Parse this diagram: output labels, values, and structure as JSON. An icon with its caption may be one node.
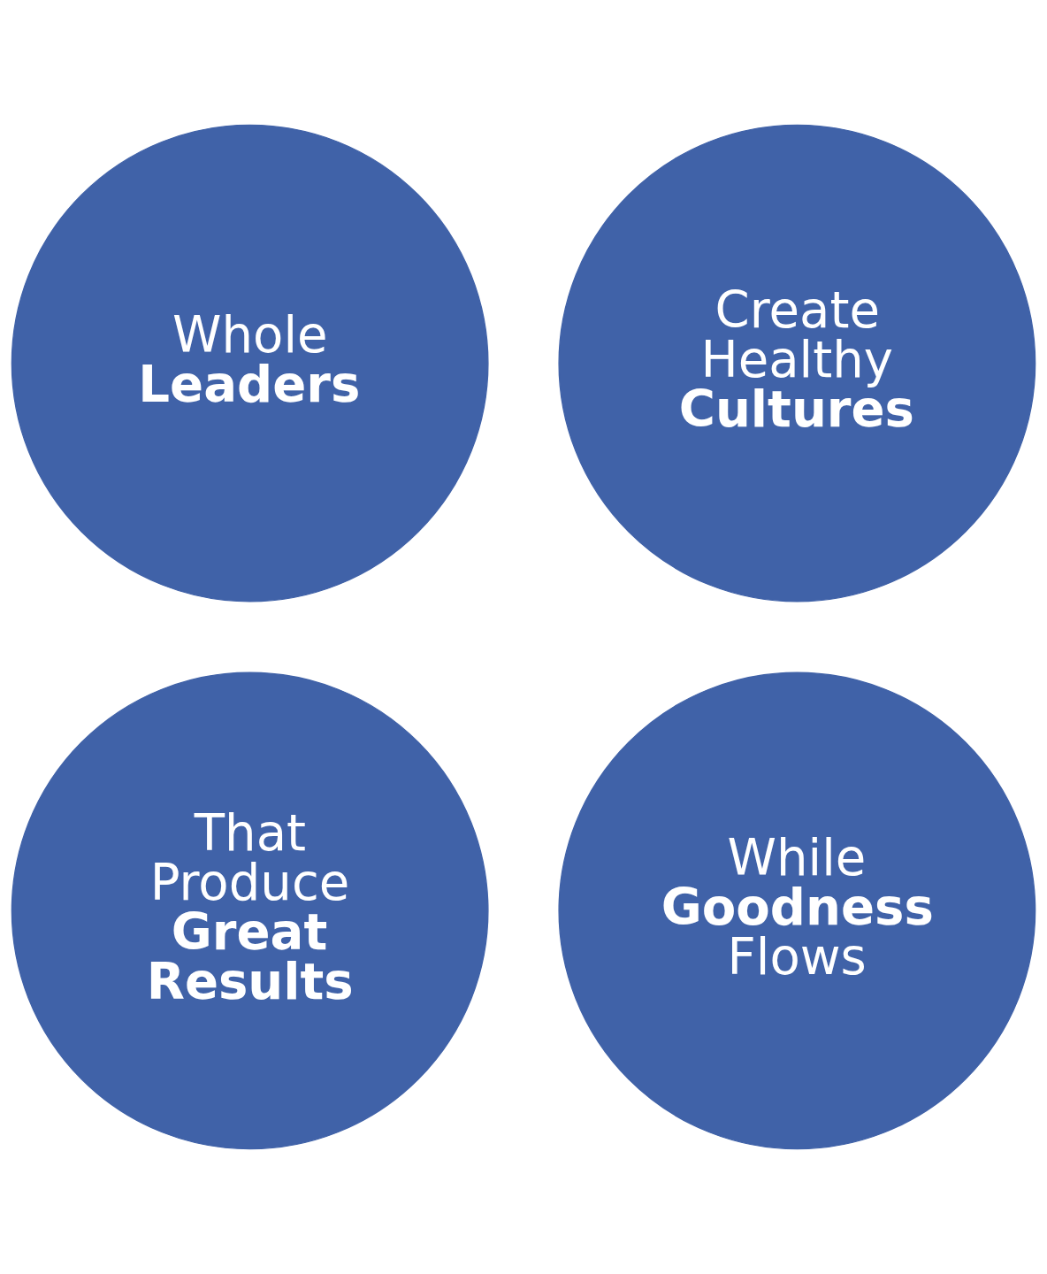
{
  "diagram": {
    "nodes": [
      {
        "text": [
          "Whole **Leaders**"
        ]
      },
      {
        "text": [
          "Create Healthy **Cultures**"
        ]
      },
      {
        "text": [
          "That Produce **Great Results**"
        ]
      },
      {
        "text": [
          "While **Goodness** Flows"
        ]
      }
    ]
  }
}
